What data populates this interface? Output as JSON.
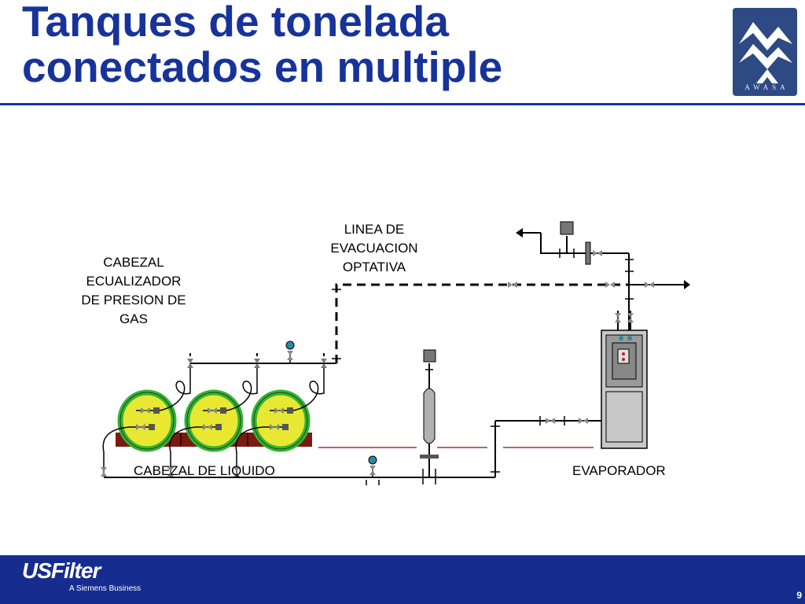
{
  "slide": {
    "title_lines": [
      "Tanques de tonelada",
      "conectados en multiple"
    ],
    "page_number": "9"
  },
  "logo": {
    "text": "AWASA",
    "bg_color": "#2e4a85"
  },
  "diagram": {
    "labels": {
      "gas_header": "CABEZAL\nECUALIZADOR\nDE PRESION DE\nGAS",
      "evacuation_line": "LINEA DE\nEVACUACION\nOPTATIVA",
      "liquid_header": "CABEZAL DE LIQUIDO",
      "evaporator": "EVAPORADOR"
    },
    "tank_count": 3,
    "colors": {
      "tank_fill": "#e8e832",
      "tank_rim": "#2fb52f",
      "cradle": "#7a1a12",
      "pipe": "#000000",
      "evaporator_cabinet": "#c8c8c8"
    }
  },
  "footer": {
    "brand": "USFilter",
    "tagline": "A Siemens Business",
    "bg_color": "#162d8f"
  }
}
